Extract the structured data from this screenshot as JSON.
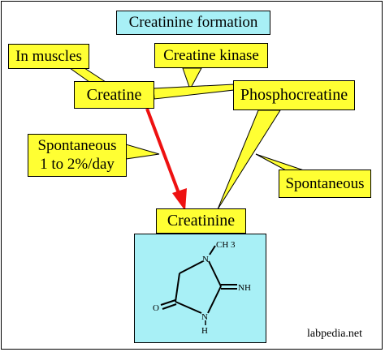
{
  "title": "Creatinine formation",
  "labels": {
    "in_muscles": "In muscles",
    "creatine_kinase": "Creatine kinase",
    "creatine": "Creatine",
    "phosphocreatine": "Phosphocreatine",
    "spontaneous_rate_line1": "Spontaneous",
    "spontaneous_rate_line2": "1 to 2%/day",
    "spontaneous": "Spontaneous",
    "creatinine": "Creatinine"
  },
  "structure": {
    "n_top": "N",
    "methyl": "CH 3",
    "nh": "NH",
    "o": "O",
    "n_bottom": "N",
    "h": "H"
  },
  "watermark": "labpedia.net",
  "colors": {
    "callout_fill": "#ffff33",
    "title_fill": "#a8f0f6",
    "structure_fill": "#a8f0f6",
    "arrow": "#ee1111"
  }
}
